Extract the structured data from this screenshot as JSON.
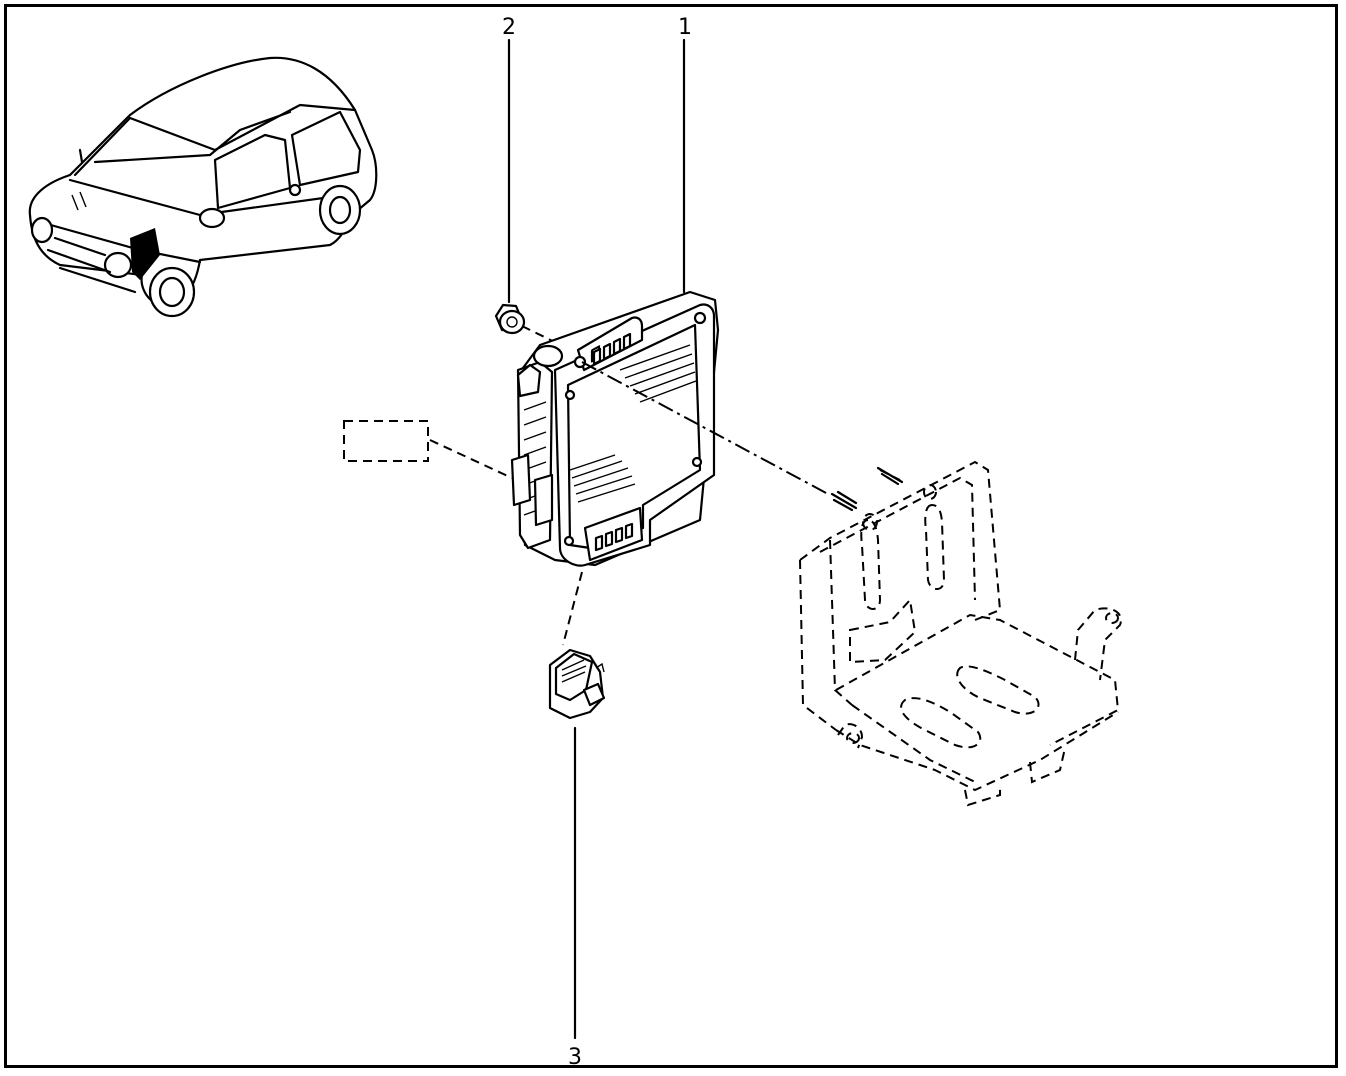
{
  "callouts": [
    {
      "id": "1",
      "label": "1"
    },
    {
      "id": "2",
      "label": "2"
    },
    {
      "id": "3",
      "label": "3"
    }
  ],
  "colors": {
    "line": "#000000",
    "background": "#ffffff"
  },
  "icons": [
    "car-locator-icon",
    "ecu-unit-icon",
    "nut-icon",
    "clip-icon",
    "bracket-icon",
    "connector-placeholder-icon"
  ]
}
